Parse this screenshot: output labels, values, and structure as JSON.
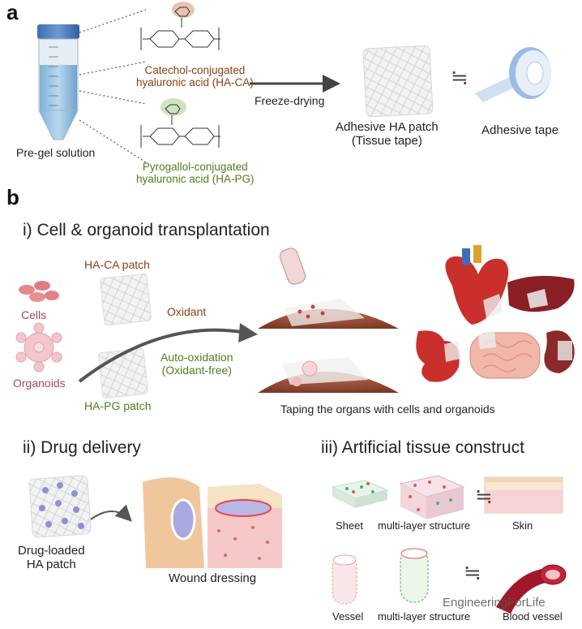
{
  "panel_a": {
    "label": "a",
    "pre_gel": "Pre-gel solution",
    "ha_ca": "Catechol-conjugated\nhyaluronic acid (HA-CA)",
    "ha_pg": "Pyrogallol-conjugated\nhyaluronic acid (HA-PG)",
    "freeze": "Freeze-drying",
    "patch": "Adhesive HA patch\n(Tissue tape)",
    "tape": "Adhesive tape",
    "equiv": "≒"
  },
  "panel_b": {
    "label": "b",
    "sec1": "i) Cell & organoid transplantation",
    "ha_ca_patch": "HA-CA patch",
    "ha_pg_patch": "HA-PG patch",
    "cells": "Cells",
    "organoids": "Organoids",
    "oxidant": "Oxidant",
    "auto_ox": "Auto-oxidation\n(Oxidant-free)",
    "taping": "Taping the organs with cells and organoids",
    "sec2": "ii) Drug delivery",
    "drug_patch": "Drug-loaded\nHA patch",
    "wound": "Wound dressing",
    "sec3": "iii) Artificial tissue construct",
    "sheet": "Sheet",
    "multi1": "multi-layer structure",
    "skin": "Skin",
    "vessel": "Vessel",
    "multi2": "multi-layer structure",
    "blood_vessel": "Blood vessel",
    "watermark": "EngineeringForLife"
  },
  "colors": {
    "ca_brown": "#8a3f12",
    "pg_green": "#4f7f1a",
    "organ_red": "#c9302c",
    "arrow_grey": "#555555"
  }
}
